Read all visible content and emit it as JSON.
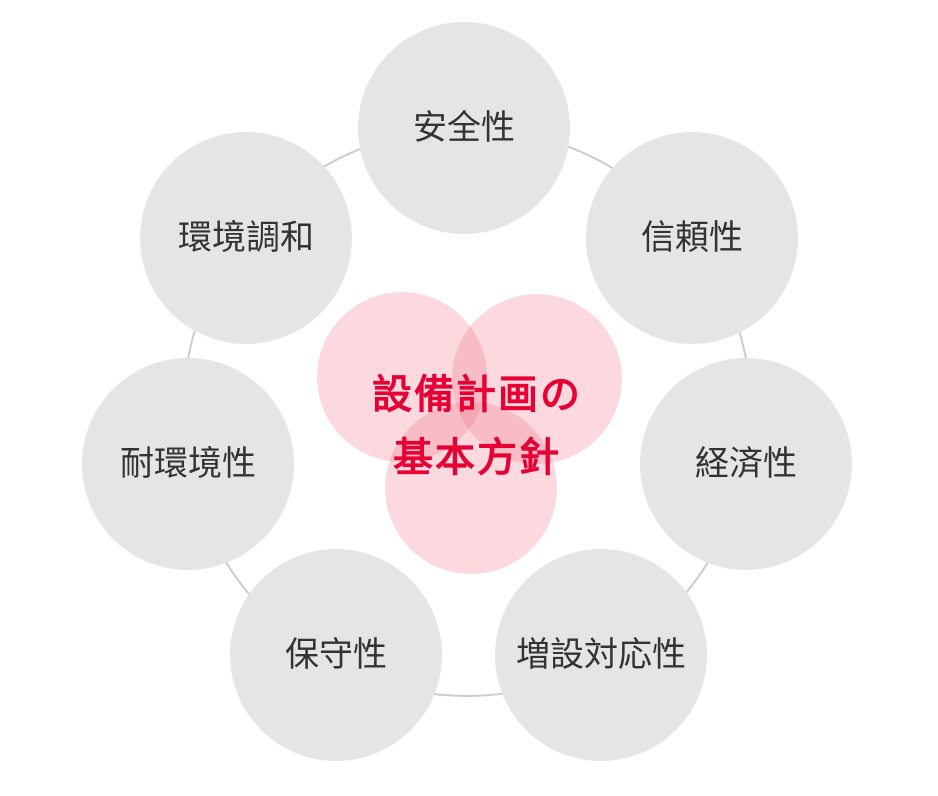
{
  "colors": {
    "node": "#e5e5e5",
    "ring": "#cccccc",
    "pink": "#ef5f78",
    "title": "#e60033",
    "label": "#333333"
  },
  "center": {
    "line1": "設備計画の",
    "line2": "基本方針"
  },
  "nodes": [
    {
      "label": "安全性"
    },
    {
      "label": "信頼性"
    },
    {
      "label": "経済性"
    },
    {
      "label": "増設対応性"
    },
    {
      "label": "保守性"
    },
    {
      "label": "耐環境性"
    },
    {
      "label": "環境調和"
    }
  ]
}
